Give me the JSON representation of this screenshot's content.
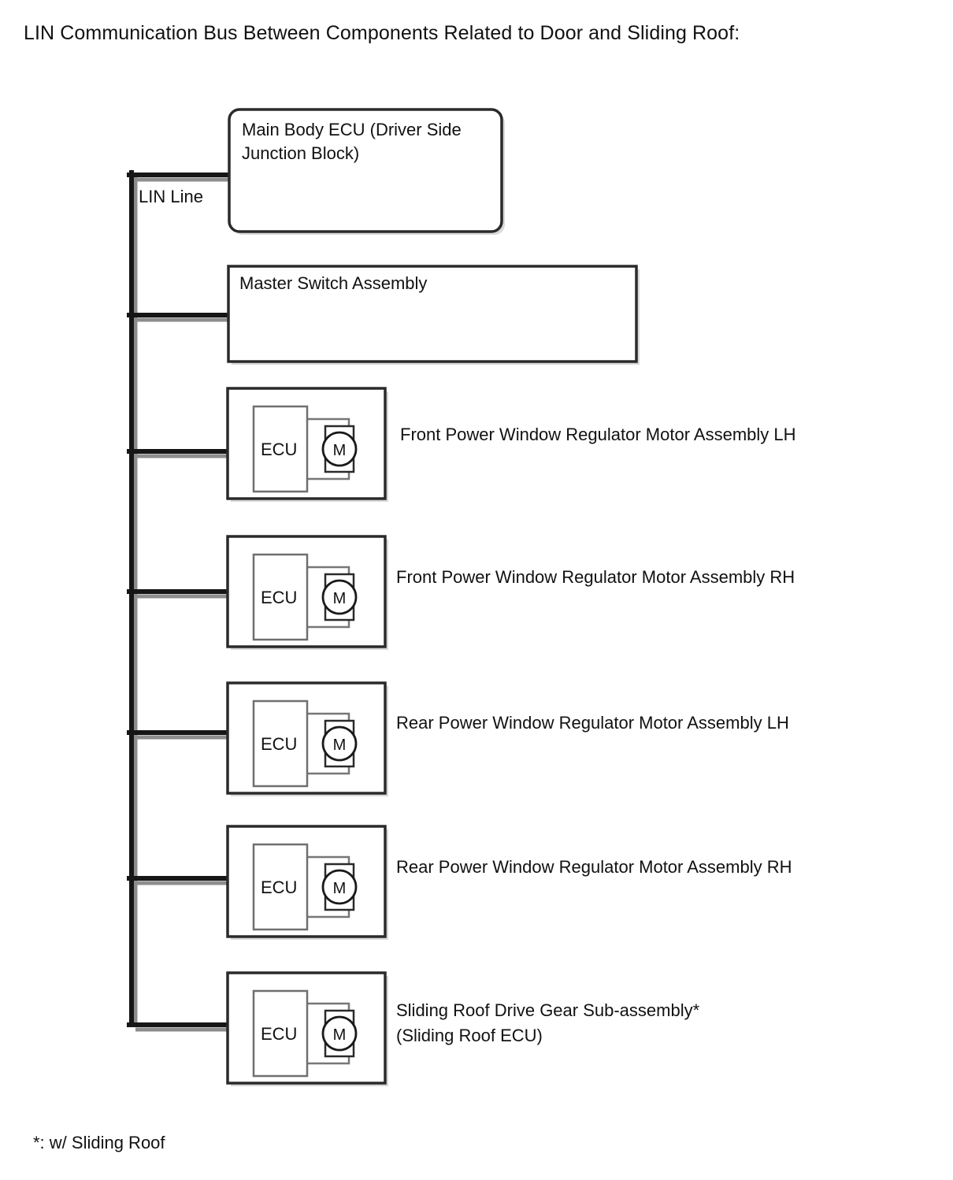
{
  "title": "LIN Communication Bus Between Components Related to Door and Sliding Roof:",
  "footnote": "*: w/ Sliding Roof",
  "bus": {
    "label": "LIN Line",
    "name": "lin-line-bus"
  },
  "colors": {
    "line": "#161616",
    "shadow": "#8d8d8d",
    "box_border": "#2a2a2a",
    "box_fill": "#ffffff",
    "text": "#111111",
    "background": "#ffffff"
  },
  "nodes": [
    {
      "id": "main-body-ecu",
      "kind": "rounded-box",
      "title": "Main Body ECU (Driver Side",
      "title_line2": "Junction Block)",
      "label": ""
    },
    {
      "id": "master-switch-assembly",
      "kind": "box",
      "title": "Master Switch Assembly",
      "title_line2": "",
      "label": ""
    },
    {
      "id": "front-power-window-lh",
      "kind": "motor-module",
      "title": "",
      "title_line2": "",
      "label": "Front Power Window Regulator Motor Assembly LH",
      "ecu_label": "ECU",
      "motor_label": "M"
    },
    {
      "id": "front-power-window-rh",
      "kind": "motor-module",
      "title": "",
      "title_line2": "",
      "label": "Front Power Window Regulator Motor Assembly RH",
      "ecu_label": "ECU",
      "motor_label": "M"
    },
    {
      "id": "rear-power-window-lh",
      "kind": "motor-module",
      "title": "",
      "title_line2": "",
      "label": "Rear Power Window Regulator Motor Assembly LH",
      "ecu_label": "ECU",
      "motor_label": "M"
    },
    {
      "id": "rear-power-window-rh",
      "kind": "motor-module",
      "title": "",
      "title_line2": "",
      "label": "Rear Power Window Regulator Motor Assembly RH",
      "ecu_label": "ECU",
      "motor_label": "M"
    },
    {
      "id": "sliding-roof-drive-gear",
      "kind": "motor-module",
      "title": "",
      "title_line2": "",
      "label": "Sliding Roof Drive Gear Sub-assembly*",
      "label_line2": "(Sliding Roof ECU)",
      "ecu_label": "ECU",
      "motor_label": "M"
    }
  ]
}
